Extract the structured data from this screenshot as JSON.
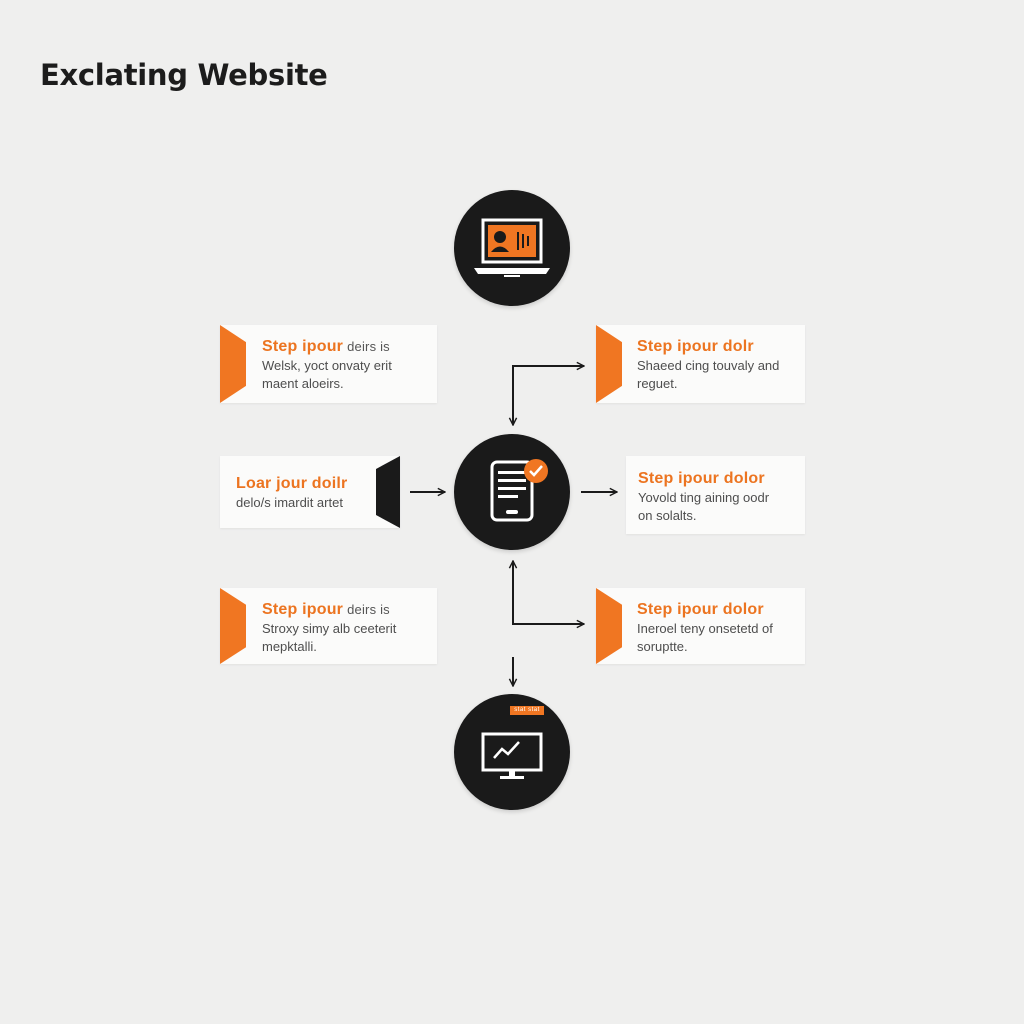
{
  "title": "Exclating Website",
  "colors": {
    "accent": "#f07622",
    "node": "#1a1a1a",
    "background": "#efefee",
    "card": "#fbfbfa"
  },
  "nodes": {
    "top": {
      "icon": "laptop-presentation-icon"
    },
    "center": {
      "icon": "tablet-checklist-icon",
      "badge_icon": "check-badge-icon"
    },
    "bottom": {
      "icon": "monitor-chart-icon",
      "tag": "stat stat"
    }
  },
  "cards": {
    "left_top": {
      "head": "Step ipour",
      "extra": "deirs is",
      "line1": "Welsk, yoct onvaty erit",
      "line2": "maent aloeirs."
    },
    "left_mid": {
      "head": "Loar jour doilr",
      "line1": "delo/s imardit artet"
    },
    "left_bottom": {
      "head": "Step ipour",
      "extra": "deirs is",
      "line1": "Stroxy simy alb ceeterit",
      "line2": "mepktalli."
    },
    "right_top": {
      "head": "Step ipour dolr",
      "line1": "Shaeed cing touvaly and",
      "line2": "reguet."
    },
    "right_mid": {
      "head": "Step ipour dolor",
      "line1": "Yovold ting aining oodr",
      "line2": "on solalts."
    },
    "right_bottom": {
      "head": "Step ipour dolor",
      "line1": "Ineroel teny onsetetd of",
      "line2": "soruptte."
    }
  }
}
